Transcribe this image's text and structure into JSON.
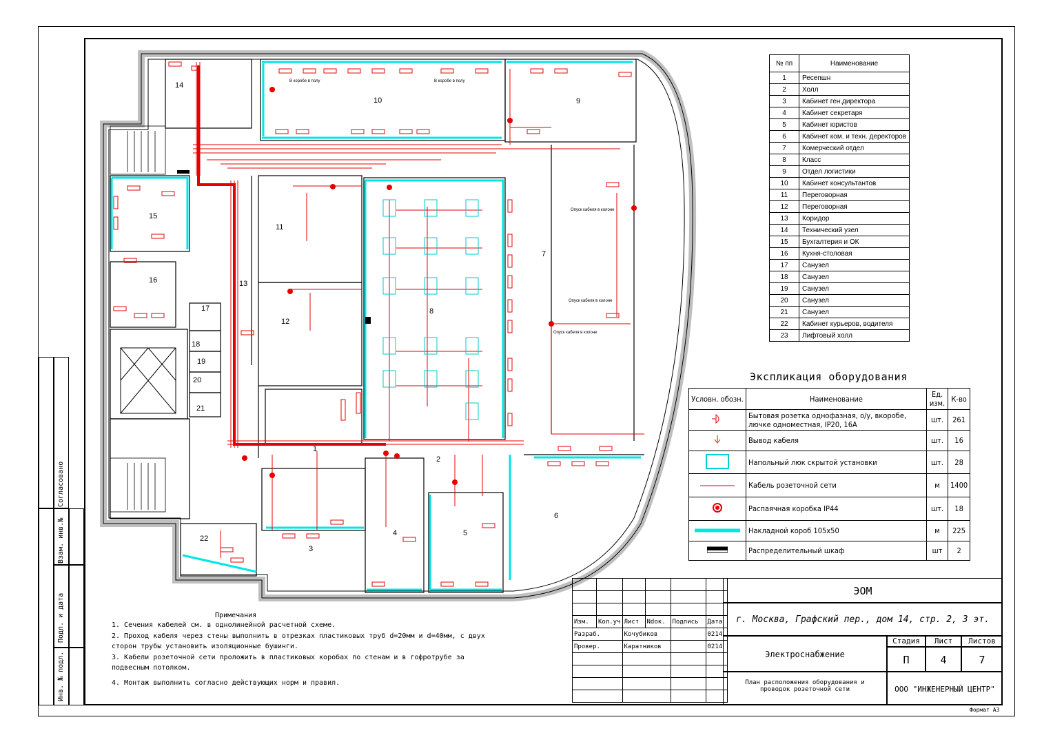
{
  "rooms_table": {
    "header_num": "№ пп",
    "header_name": "Наименование",
    "rows": [
      {
        "n": "1",
        "name": "Ресепшн"
      },
      {
        "n": "2",
        "name": "Холл"
      },
      {
        "n": "3",
        "name": "Кабинет ген.директора"
      },
      {
        "n": "4",
        "name": "Кабинет секретаря"
      },
      {
        "n": "5",
        "name": "Кабинет юристов"
      },
      {
        "n": "6",
        "name": "Кабинет ком. и техн. деректоров"
      },
      {
        "n": "7",
        "name": "Комерческий отдел"
      },
      {
        "n": "8",
        "name": "Класс"
      },
      {
        "n": "9",
        "name": "Отдел логистики"
      },
      {
        "n": "10",
        "name": "Кабинет консультантов"
      },
      {
        "n": "11",
        "name": "Переговорная"
      },
      {
        "n": "12",
        "name": "Переговорная"
      },
      {
        "n": "13",
        "name": "Коридор"
      },
      {
        "n": "14",
        "name": "Технический узел"
      },
      {
        "n": "15",
        "name": "Бухгалтерия и ОК"
      },
      {
        "n": "16",
        "name": "Кухня-столовая"
      },
      {
        "n": "17",
        "name": "Санузел"
      },
      {
        "n": "18",
        "name": "Санузел"
      },
      {
        "n": "19",
        "name": "Санузел"
      },
      {
        "n": "20",
        "name": "Санузел"
      },
      {
        "n": "21",
        "name": "Санузел"
      },
      {
        "n": "22",
        "name": "Кабинет курьеров, водителя"
      },
      {
        "n": "23",
        "name": "Лифтовый холл"
      }
    ]
  },
  "equipment": {
    "title": "Экспликация оборудования",
    "header_symbol": "Условн. обозн.",
    "header_name": "Наименование",
    "header_unit": "Ед. изм.",
    "header_qty": "К-во",
    "rows": [
      {
        "symbol": "socket",
        "name": "Бытовая розетка однофазная, о/у, вкоробе, лючке одноместная, IP20, 16А",
        "unit": "шт.",
        "qty": "261"
      },
      {
        "symbol": "cable-out",
        "name": "Вывод кабеля",
        "unit": "шт.",
        "qty": "16"
      },
      {
        "symbol": "floor-hatch",
        "name": "Напольный люк скрытой установки",
        "unit": "шт.",
        "qty": "28"
      },
      {
        "symbol": "cable-line",
        "name": "Кабель розеточной сети",
        "unit": "м",
        "qty": "1400"
      },
      {
        "symbol": "junction-box",
        "name": "Распаячная коробка IP44",
        "unit": "шт.",
        "qty": "18"
      },
      {
        "symbol": "duct",
        "name": "Накладной короб 105х50",
        "unit": "м",
        "qty": "225"
      },
      {
        "symbol": "cabinet",
        "name": "Распределительный шкаф",
        "unit": "шт",
        "qty": "2"
      }
    ]
  },
  "notes": {
    "title": "Примечания",
    "lines": [
      "1. Сечения кабелей см. в однолинейной расчетной схеме.",
      "2. Проход кабеля через стены выполнить в отрезках пластиковых труб d=20мм и d=40мм, с двух",
      "сторон трубы установить изоляционные бушинги.",
      "3. Кабели розеточной сети проложить в пластиковых коробах по стенам и в гофротрубе за",
      "подвесным потолком.",
      "4. Монтаж выполнить согласно действующих норм и правил."
    ]
  },
  "plan": {
    "room_labels": [
      "1",
      "2",
      "3",
      "4",
      "5",
      "6",
      "7",
      "8",
      "9",
      "10",
      "11",
      "12",
      "13",
      "14",
      "15",
      "16",
      "17",
      "18",
      "19",
      "20",
      "21",
      "22"
    ],
    "annotations": {
      "a1": "В коробе в полу",
      "a2": "В коробе в полу",
      "a3": "Опуск кабеля в колоне",
      "a4": "Опуск кабеля в колоне",
      "a5": "Опуск кабеля в колоне"
    }
  },
  "stamp": {
    "code": "ЭОМ",
    "address": "г. Москва, Графский пер., дом 14, стр. 2, 3 эт.",
    "section": "Электроснабжение",
    "sheet_title": "План расположения оборудования и проводок розеточной сети",
    "company": "ООО \"ИНЖЕНЕРНЫЙ ЦЕНТР\"",
    "col_headers": [
      "Изм.",
      "Кол.уч",
      "Лист",
      "Ndoк.",
      "Подпись",
      "Дата"
    ],
    "developed_label": "Разраб.",
    "developed_name": "Кочубиков",
    "developed_date": "0214",
    "checked_label": "Провер.",
    "checked_name": "Каратников",
    "checked_date": "0214",
    "stage_label": "Стадия",
    "sheet_label": "Лист",
    "sheets_label": "Листов",
    "stage": "П",
    "sheet": "4",
    "sheets": "7"
  },
  "side_stamp": {
    "agreed": "Согласовано",
    "inv_ref": "Взам. инв.№",
    "sign_date": "Подп. и дата",
    "inv_orig": "Инв. № подл."
  },
  "format": "Формат А3",
  "colors": {
    "cable": "#e60000",
    "duct": "#00e5e5",
    "wall": "#c8c8c8"
  }
}
